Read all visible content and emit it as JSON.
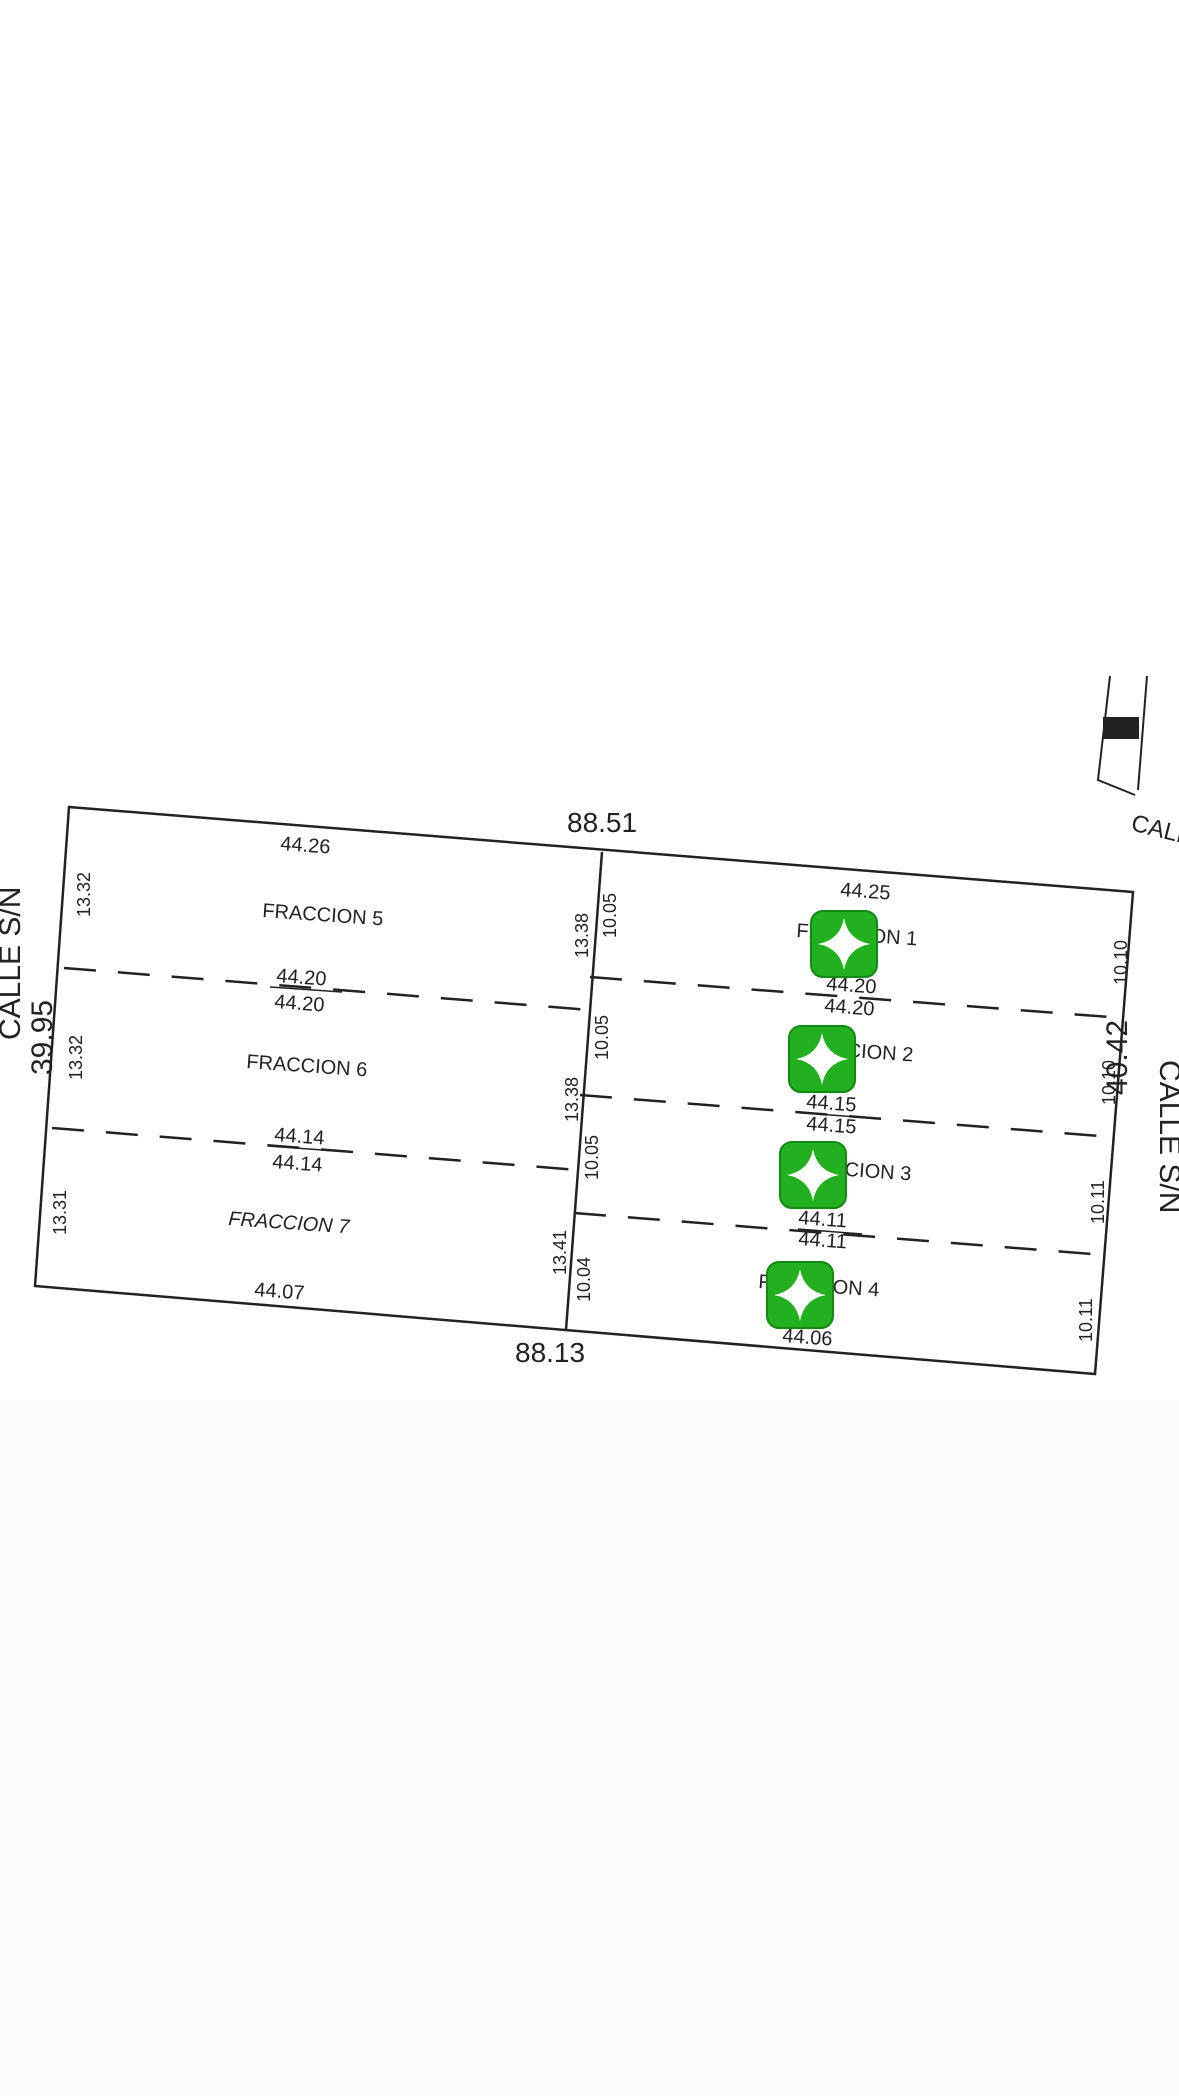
{
  "plan": {
    "street_left": "CALLE S/N",
    "street_right": "CALLE S/N",
    "street_corner": "CALL",
    "total_top": "88.51",
    "total_bottom": "88.13",
    "side_left": "39.95",
    "side_right": "40.42",
    "fractions": [
      {
        "id": "f1",
        "label": "FRACCION 1",
        "top": "44.25",
        "bottom": "44.20",
        "right": "10.10",
        "left": "10.05",
        "marker": true
      },
      {
        "id": "f2",
        "label": "FRACCION 2",
        "top": "44.20",
        "bottom": "44.15",
        "right": "10.10",
        "left": "10.05",
        "marker": true
      },
      {
        "id": "f3",
        "label": "FRACCION 3",
        "top": "44.15",
        "bottom": "44.11",
        "right": "10.11",
        "left": "10.05",
        "marker": true
      },
      {
        "id": "f4",
        "label": "FRACCION 4",
        "top": "44.11",
        "bottom": "44.06",
        "right": "10.11",
        "left": "10.04",
        "marker": true
      },
      {
        "id": "f5",
        "label": "FRACCION 5",
        "top": "44.26",
        "bottom": "44.20",
        "left": "13.32",
        "right": "13.38"
      },
      {
        "id": "f6",
        "label": "FRACCION 6",
        "top": "44.20",
        "bottom": "44.14",
        "left": "13.32",
        "right": "13.38"
      },
      {
        "id": "f7",
        "label": "FRACCION 7",
        "top": "44.14",
        "bottom": "44.07",
        "left": "13.31",
        "right": "13.41"
      }
    ]
  },
  "colors": {
    "line": "#222222",
    "marker_green": "#22b020",
    "marker_green_dark": "#128a12",
    "star": "#ffffff"
  },
  "icons": {
    "marker": "sparkle-star-icon"
  }
}
